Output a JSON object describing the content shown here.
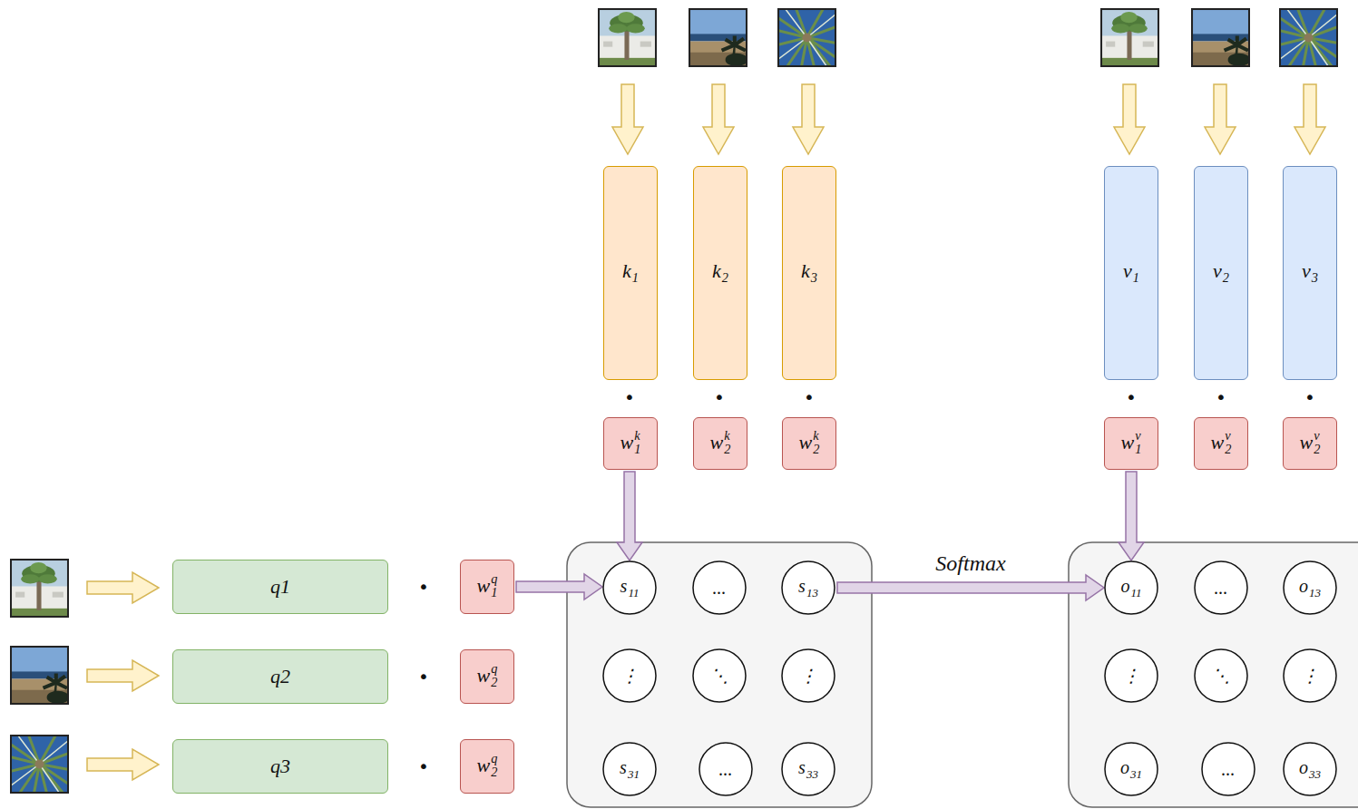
{
  "diagram": {
    "nodes": [
      {
        "text": [
          "k1"
        ]
      },
      {
        "text": [
          "k2"
        ]
      },
      {
        "text": [
          "k3"
        ]
      },
      {
        "text": [
          "v1"
        ]
      },
      {
        "text": [
          "v2"
        ]
      },
      {
        "text": [
          "v3"
        ]
      },
      {
        "text": [
          "w1k"
        ]
      },
      {
        "text": [
          "w2k"
        ]
      },
      {
        "text": [
          "w2k"
        ]
      },
      {
        "text": [
          "w1v"
        ]
      },
      {
        "text": [
          "w2v"
        ]
      },
      {
        "text": [
          "w2v"
        ]
      },
      {
        "text": [
          "q1"
        ]
      },
      {
        "text": [
          "q2"
        ]
      },
      {
        "text": [
          "q3"
        ]
      },
      {
        "text": [
          "w1q"
        ]
      },
      {
        "text": [
          "w2q"
        ]
      },
      {
        "text": [
          "w2q"
        ]
      },
      {
        "text": [
          "s11"
        ]
      },
      {
        "text": [
          "..."
        ]
      },
      {
        "text": [
          "s13"
        ]
      },
      {
        "text": [
          "⋮"
        ]
      },
      {
        "text": [
          "⋱"
        ]
      },
      {
        "text": [
          "⋮"
        ]
      },
      {
        "text": [
          "s31"
        ]
      },
      {
        "text": [
          "..."
        ]
      },
      {
        "text": [
          "s33"
        ]
      },
      {
        "text": [
          "o11"
        ]
      },
      {
        "text": [
          "..."
        ]
      },
      {
        "text": [
          "o13"
        ]
      },
      {
        "text": [
          "⋮"
        ]
      },
      {
        "text": [
          "⋱"
        ]
      },
      {
        "text": [
          "⋮"
        ]
      },
      {
        "text": [
          "o31"
        ]
      },
      {
        "text": [
          "..."
        ]
      },
      {
        "text": [
          "o33"
        ]
      }
    ],
    "edges": [
      {
        "from": 6,
        "to": 18,
        "arrow": "to"
      },
      {
        "from": 15,
        "to": 18,
        "arrow": "to"
      },
      {
        "from": 20,
        "to": 27,
        "label": "Softmax",
        "arrow": "to"
      },
      {
        "from": 9,
        "to": 27,
        "arrow": "to"
      }
    ],
    "labels": [
      "•",
      "•",
      "•",
      "•",
      "•",
      "•",
      "•",
      "•",
      "•"
    ]
  }
}
